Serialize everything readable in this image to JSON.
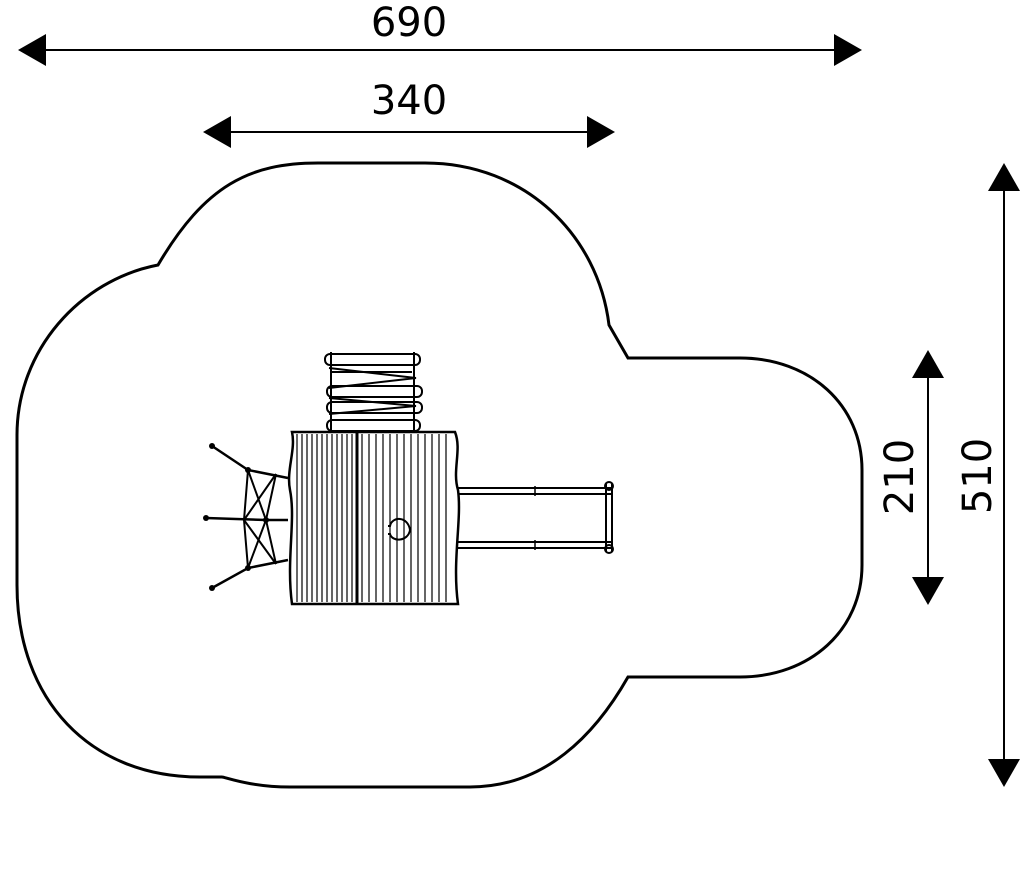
{
  "dimensions": {
    "overall_width": "690",
    "upper_width": "340",
    "slide_zone_height": "210",
    "overall_depth": "510"
  },
  "colors": {
    "line": "#000000",
    "background": "#ffffff"
  }
}
